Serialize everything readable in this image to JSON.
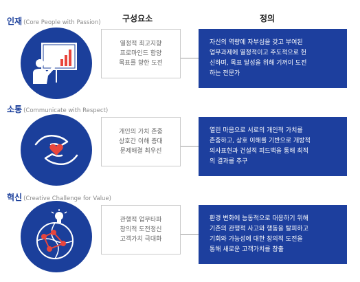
{
  "headers": {
    "components": "구성요소",
    "definition": "정의"
  },
  "sections": [
    {
      "title": "인재",
      "subtitle": "(Core People with Passion)",
      "icon": "presentation-board-icon",
      "components": [
        "열정적 최고지향",
        "프로마인드 함양",
        "목표를 향한 도전"
      ],
      "definition": [
        "자신의 역량에 자부심을 갖고 부여된",
        "업무과제에 열정적이고 주도적으로 헌",
        "신하며, 목표 달성을 위해 기꺼이 도전",
        "하는 전문가"
      ]
    },
    {
      "title": "소통",
      "subtitle": "(Communicate with Respect)",
      "icon": "hands-heart-icon",
      "components": [
        "개인의 가치 존중",
        "상호간 이해 증대",
        "문제해결 최우선"
      ],
      "definition": [
        "열린 마음으로 서로의 개인적 가치를",
        "존중하고, 상호 이해를 기반으로 개방적",
        "의사표현과 건설적 피드백을 통해 최적",
        "의 결과를 추구"
      ]
    },
    {
      "title": "혁신",
      "subtitle": "(Creative Challenge for Value)",
      "icon": "network-lightbulb-icon",
      "components": [
        "관행적 업무타파",
        "창의적 도전정신",
        "고객가치 극대화"
      ],
      "definition": [
        "환경 변화에 능동적으로 대응하기 위해",
        "기존의 관행적 사고와 행동을 탈피하고",
        "기회와 가능성에 대한 창의적 도전을",
        "통해 새로운 고객가치를 창출"
      ]
    }
  ],
  "colors": {
    "primary": "#1d3f9e",
    "accent": "#e8453c",
    "border": "#c9c9c9"
  }
}
